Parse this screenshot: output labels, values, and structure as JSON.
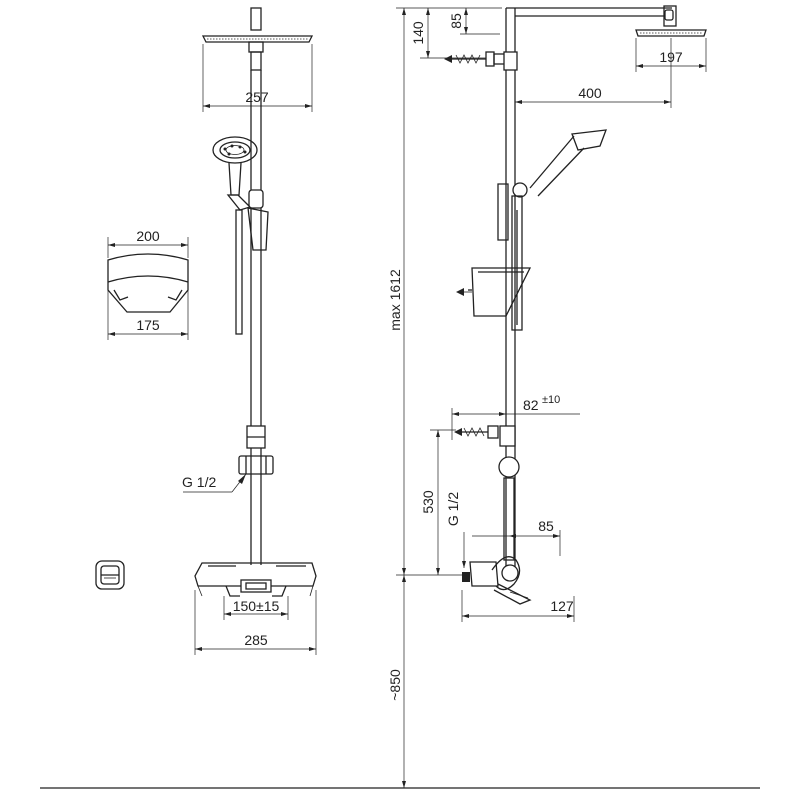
{
  "dimensions": {
    "front_head_width": "257",
    "soap_dish_top_width": "200",
    "soap_dish_bottom_width": "175",
    "inlet_thread_front": "G 1/2",
    "mixer_center_distance": "150±15",
    "mixer_width": "285",
    "side_head_top_offset": "140",
    "side_head_drop": "85",
    "side_head_width": "197",
    "arm_projection": "400",
    "max_height": "max 1612",
    "bracket_projection_value": "82",
    "bracket_projection_tolerance": "±10",
    "wall_to_mixer_height": "530",
    "inlet_thread_side": "G 1/2",
    "mixer_projection": "85",
    "spout_projection": "127",
    "floor_height": "~850"
  },
  "colors": {
    "line": "#222222",
    "background": "#ffffff"
  },
  "icons": [
    "arrow-icon",
    "wall-anchor-icon",
    "handle-symbol-icon"
  ]
}
